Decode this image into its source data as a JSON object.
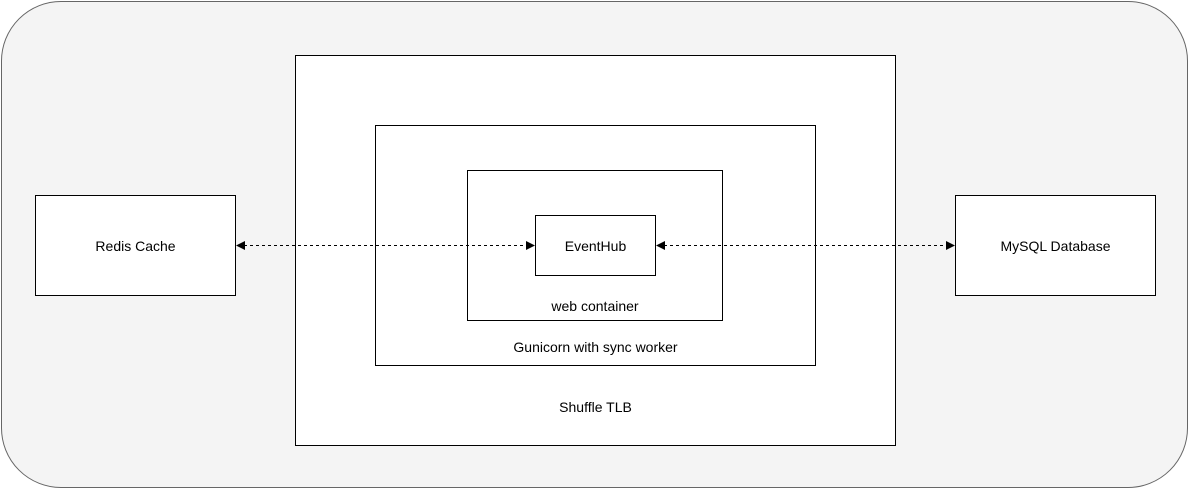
{
  "diagram": {
    "background_color": "#f4f4f4",
    "border_color": "#666666",
    "nodes": {
      "redis": {
        "label": "Redis Cache"
      },
      "mysql": {
        "label": "MySQL Database"
      },
      "shuffle": {
        "label": "Shuffle TLB"
      },
      "gunicorn": {
        "label": "Gunicorn with sync worker"
      },
      "web": {
        "label": "web container"
      },
      "eventhub": {
        "label": "EventHub"
      }
    },
    "edges": [
      {
        "from": "Redis Cache",
        "to": "EventHub",
        "style": "dotted",
        "arrows": "both"
      },
      {
        "from": "EventHub",
        "to": "MySQL Database",
        "style": "dotted",
        "arrows": "both"
      }
    ]
  }
}
